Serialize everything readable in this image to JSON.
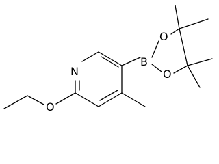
{
  "diagram": {
    "type": "chemical-structure",
    "atoms": {
      "ring_nitrogen": "N",
      "ether_oxygen": "O",
      "boron": "B",
      "boronate_oxygen_top": "O",
      "boronate_oxygen_bottom": "O"
    },
    "colors": {
      "bond": "#000000",
      "atom_label": "#000000",
      "background": "#ffffff"
    }
  }
}
